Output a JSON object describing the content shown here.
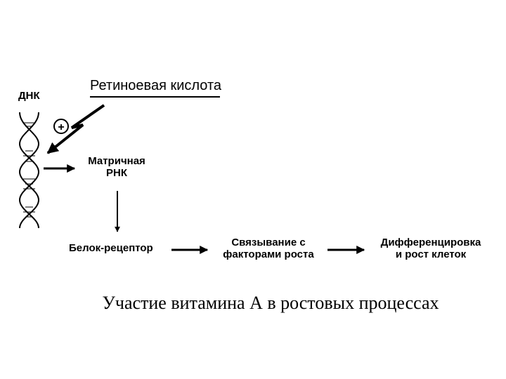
{
  "labels": {
    "dna": "ДНК",
    "retinoic_acid": "Ретиноевая кислота",
    "plus_sign": "+",
    "mrna_line1": "Матричная",
    "mrna_line2": "РНК",
    "receptor_protein": "Белок-рецептор",
    "binding_line1": "Связывание с",
    "binding_line2": "факторами роста",
    "differentiation_line1": "Дифференцировка",
    "differentiation_line2": "и рост клеток"
  },
  "caption": "Участие витамина А в ростовых процессах",
  "colors": {
    "ink": "#000000",
    "background": "#ffffff"
  },
  "icons": [
    "dna-helix-icon",
    "lightning-arrow-icon",
    "plus-circle-icon"
  ]
}
